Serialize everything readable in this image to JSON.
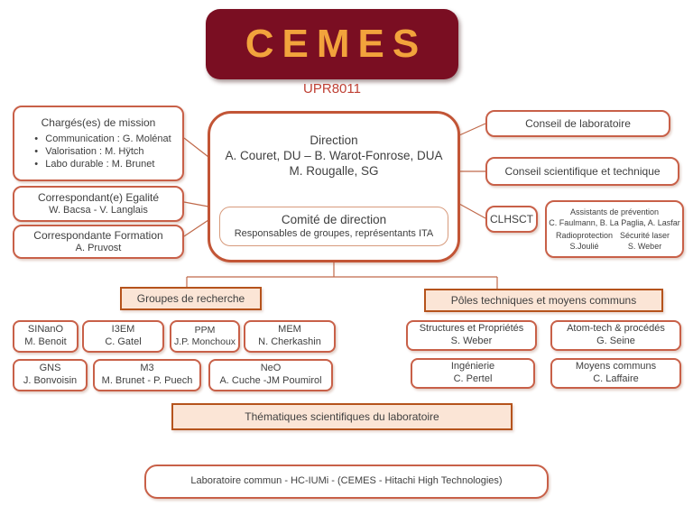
{
  "header": {
    "logo": "CEMES",
    "code": "UPR8011"
  },
  "left": {
    "missions": {
      "title": "Chargés(es) de mission",
      "items": [
        "Communication : G. Molénat",
        "Valorisation : M. Hÿtch",
        "Labo durable : M. Brunet"
      ]
    },
    "egalite": {
      "title": "Correspondant(e) Egalité",
      "names": "W. Bacsa - V. Langlais"
    },
    "formation": {
      "title": "Correspondante Formation",
      "names": "A. Pruvost"
    }
  },
  "direction": {
    "title": "Direction",
    "line1": "A. Couret, DU – B. Warot-Fonrose, DUA",
    "line2": "M. Rougalle, SG",
    "comite": {
      "title": "Comité de direction",
      "subtitle": "Responsables de groupes, représentants ITA"
    }
  },
  "right": {
    "conseil_laboratoire": "Conseil de laboratoire",
    "conseil_scientifique": "Conseil scientifique et technique",
    "clhsct": "CLHSCT",
    "prevention": {
      "title": "Assistants de prévention",
      "names": "C. Faulmann, B. La Paglia, A. Lasfar",
      "col1_title": "Radioprotection",
      "col1_name": "S.Joulié",
      "col2_title": "Sécurité laser",
      "col2_name": "S. Weber"
    }
  },
  "branches": {
    "groups_header": "Groupes de recherche",
    "poles_header": "Pôles techniques et moyens communs"
  },
  "groups": [
    {
      "name": "SINanO",
      "leader": "M. Benoit"
    },
    {
      "name": "I3EM",
      "leader": "C. Gatel"
    },
    {
      "name": "PPM",
      "leader": "J.P. Monchoux"
    },
    {
      "name": "MEM",
      "leader": "N. Cherkashin"
    },
    {
      "name": "GNS",
      "leader": "J. Bonvoisin"
    },
    {
      "name": "M3",
      "leader": "M. Brunet - P. Puech"
    },
    {
      "name": "NeO",
      "leader": "A. Cuche -JM Poumirol"
    }
  ],
  "poles": [
    {
      "name": "Structures et Propriétés",
      "leader": "S. Weber"
    },
    {
      "name": "Atom-tech & procédés",
      "leader": "G. Seine"
    },
    {
      "name": "Ingénierie",
      "leader": "C. Pertel"
    },
    {
      "name": "Moyens communs",
      "leader": "C. Laffaire"
    }
  ],
  "bands": {
    "thematiques": "Thématiques scientifiques du laboratoire",
    "labo_commun": "Laboratoire commun  - HC-IUMi - (CEMES - Hitachi High Technologies)"
  },
  "colors": {
    "logo_background": "#7a0e22",
    "logo_text": "#f2a33c",
    "upr_text": "#bf4135",
    "box_border": "#c86048",
    "header_border": "#b5531c",
    "header_fill": "#fbe5d6",
    "body_text": "#3f3f3f"
  }
}
